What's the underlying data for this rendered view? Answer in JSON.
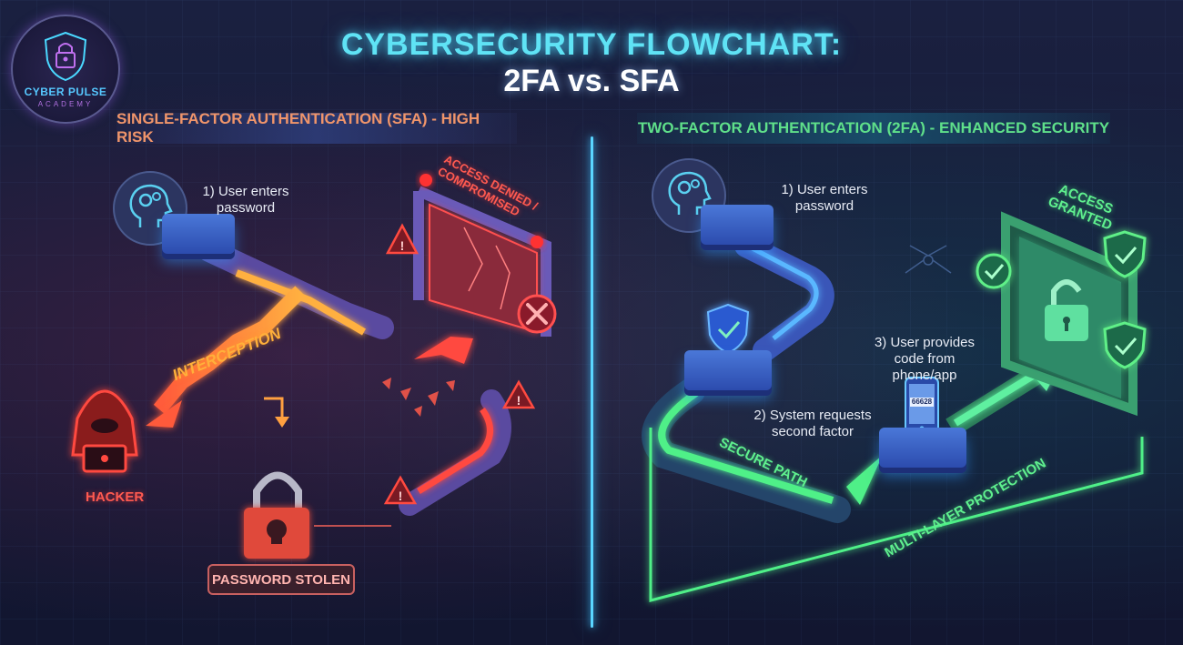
{
  "header": {
    "title_line1": "CYBERSECURITY FLOWCHART:",
    "title_line2": "2FA vs. SFA"
  },
  "logo": {
    "name": "CYBER PULSE",
    "subtitle": "ACADEMY",
    "icon": "shield-lock-icon"
  },
  "sfa": {
    "heading": "SINGLE-FACTOR AUTHENTICATION (SFA) - HIGH RISK",
    "color": "#f0956a",
    "step1": "1) User enters password",
    "interception_label": "INTERCEPTION",
    "hacker_label": "HACKER",
    "gate_label": "ACCESS DENIED / COMPROMISED",
    "stolen_label": "PASSWORD STOLEN",
    "icons": [
      "user-head-icon",
      "hacker-icon",
      "broken-padlock-icon",
      "skull-icon",
      "warning-icon",
      "close-x-icon",
      "alarm-light-icon"
    ]
  },
  "tfa": {
    "heading": "TWO-FACTOR AUTHENTICATION (2FA) - ENHANCED SECURITY",
    "color": "#5fe08a",
    "step1": "1) User enters password",
    "step2": "2) System requests second factor",
    "step3": "3) User provides code from phone/app",
    "phone_code": "66628",
    "secure_path_label": "SECURE PATH",
    "multilayer_label": "MULTI-LAYER PROTECTION",
    "gate_label": "ACCESS GRANTED",
    "icons": [
      "user-head-icon",
      "shield-check-icon",
      "phone-icon",
      "padlock-open-icon",
      "check-circle-icon"
    ]
  },
  "colors": {
    "title_cyan": "#5fe3f5",
    "danger_red": "#ff4a40",
    "warning_orange": "#ffb03a",
    "secure_green": "#4ff088",
    "divider_blue": "#5ad6ff",
    "background": "#151a33"
  }
}
